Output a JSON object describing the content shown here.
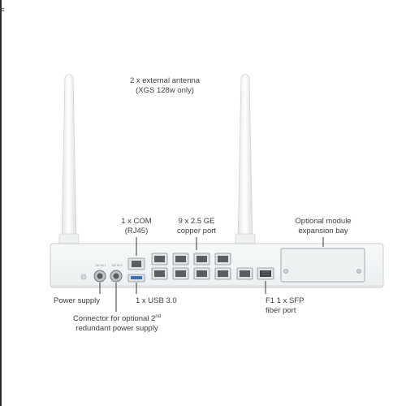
{
  "labels": {
    "antenna_line1": "2 x external antenna",
    "antenna_line2": "(XGS 128w only)",
    "com_line1": "1 x COM",
    "com_line2": "(RJ45)",
    "ge_line1": "9 x 2.5 GE",
    "ge_line2": "copper port",
    "module_line1": "Optional module",
    "module_line2": "expansion bay",
    "power": "Power supply",
    "usb": "1 x USB 3.0",
    "sfp_line1": "F1 1 x SFP",
    "sfp_line2": "fiber port",
    "redundant_line1": "Connector for optional 2",
    "redundant_sup": "nd",
    "redundant_line2": "redundant power supply"
  },
  "corner_mark": "≡",
  "colors": {
    "chassis": "#f4f6f6",
    "chassis_edge": "#c9cdcf",
    "antenna": "#f7f7f7",
    "port": "#e2e4e6",
    "leader_line": "#222222"
  }
}
